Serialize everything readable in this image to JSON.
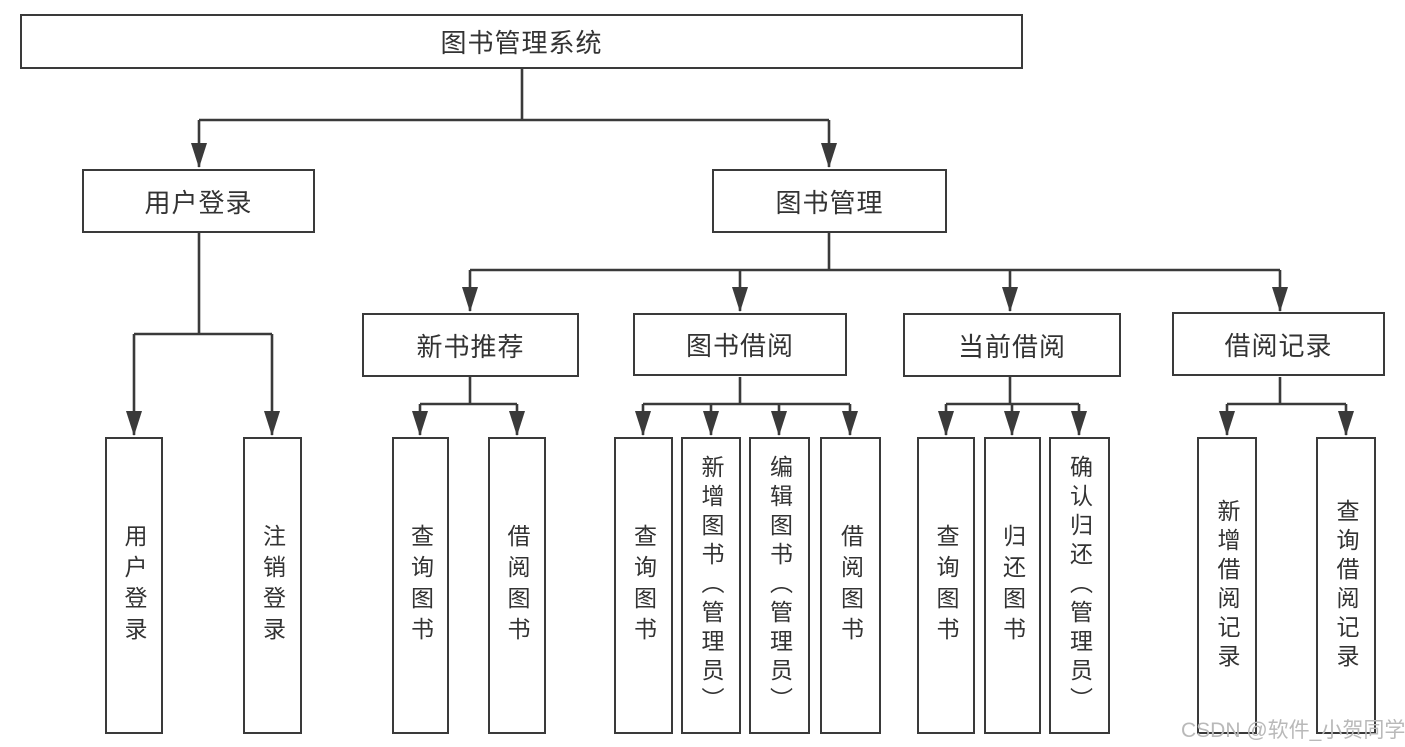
{
  "tree": {
    "root": {
      "label": "图书管理系统"
    },
    "branches": [
      {
        "label": "用户登录",
        "children": [
          {
            "label": "用户登录"
          },
          {
            "label": "注销登录"
          }
        ]
      },
      {
        "label": "图书管理",
        "children": [
          {
            "label": "新书推荐",
            "children": [
              {
                "label": "查询图书"
              },
              {
                "label": "借阅图书"
              }
            ]
          },
          {
            "label": "图书借阅",
            "children": [
              {
                "label": "查询图书"
              },
              {
                "label": "新增图书（管理员）"
              },
              {
                "label": "编辑图书（管理员）"
              },
              {
                "label": "借阅图书"
              }
            ]
          },
          {
            "label": "当前借阅",
            "children": [
              {
                "label": "查询图书"
              },
              {
                "label": "归还图书"
              },
              {
                "label": "确认归还（管理员）"
              }
            ]
          },
          {
            "label": "借阅记录",
            "children": [
              {
                "label": "新增借阅记录"
              },
              {
                "label": "查询借阅记录"
              }
            ]
          }
        ]
      }
    ]
  },
  "watermark": {
    "text": "CSDN @软件_小贺同学"
  },
  "colors": {
    "line": "#3a3a3a",
    "text": "#333333",
    "watermark": "#b9b9b9",
    "background": "#ffffff"
  }
}
